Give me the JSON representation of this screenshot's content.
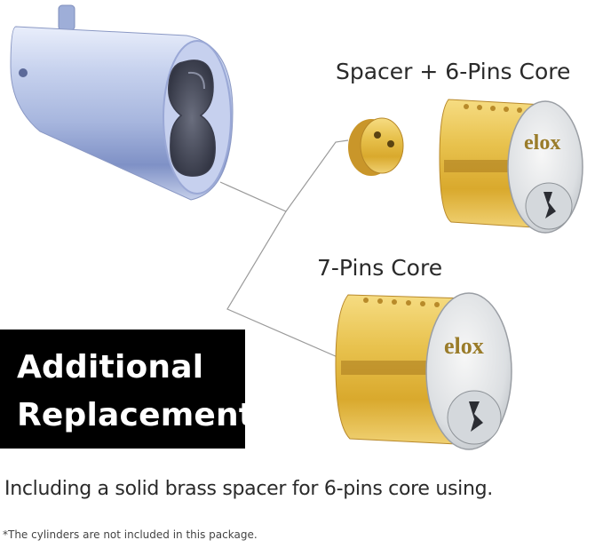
{
  "labels": {
    "spacer_core": "Spacer + 6-Pins Core",
    "seven_pin_core": "7-Pins Core"
  },
  "banner": {
    "line1": "Additional",
    "line2": "Replacement"
  },
  "caption": "Including a solid brass spacer for 6-pins core using.",
  "footnote": "*The cylinders are not included in this package.",
  "logo_text": "elox",
  "colors": {
    "brass": "#e3be4a",
    "chrome": "#b8c6e6",
    "nickel": "#e8eaec",
    "banner_bg": "#000000",
    "text": "#2a2a2a"
  }
}
